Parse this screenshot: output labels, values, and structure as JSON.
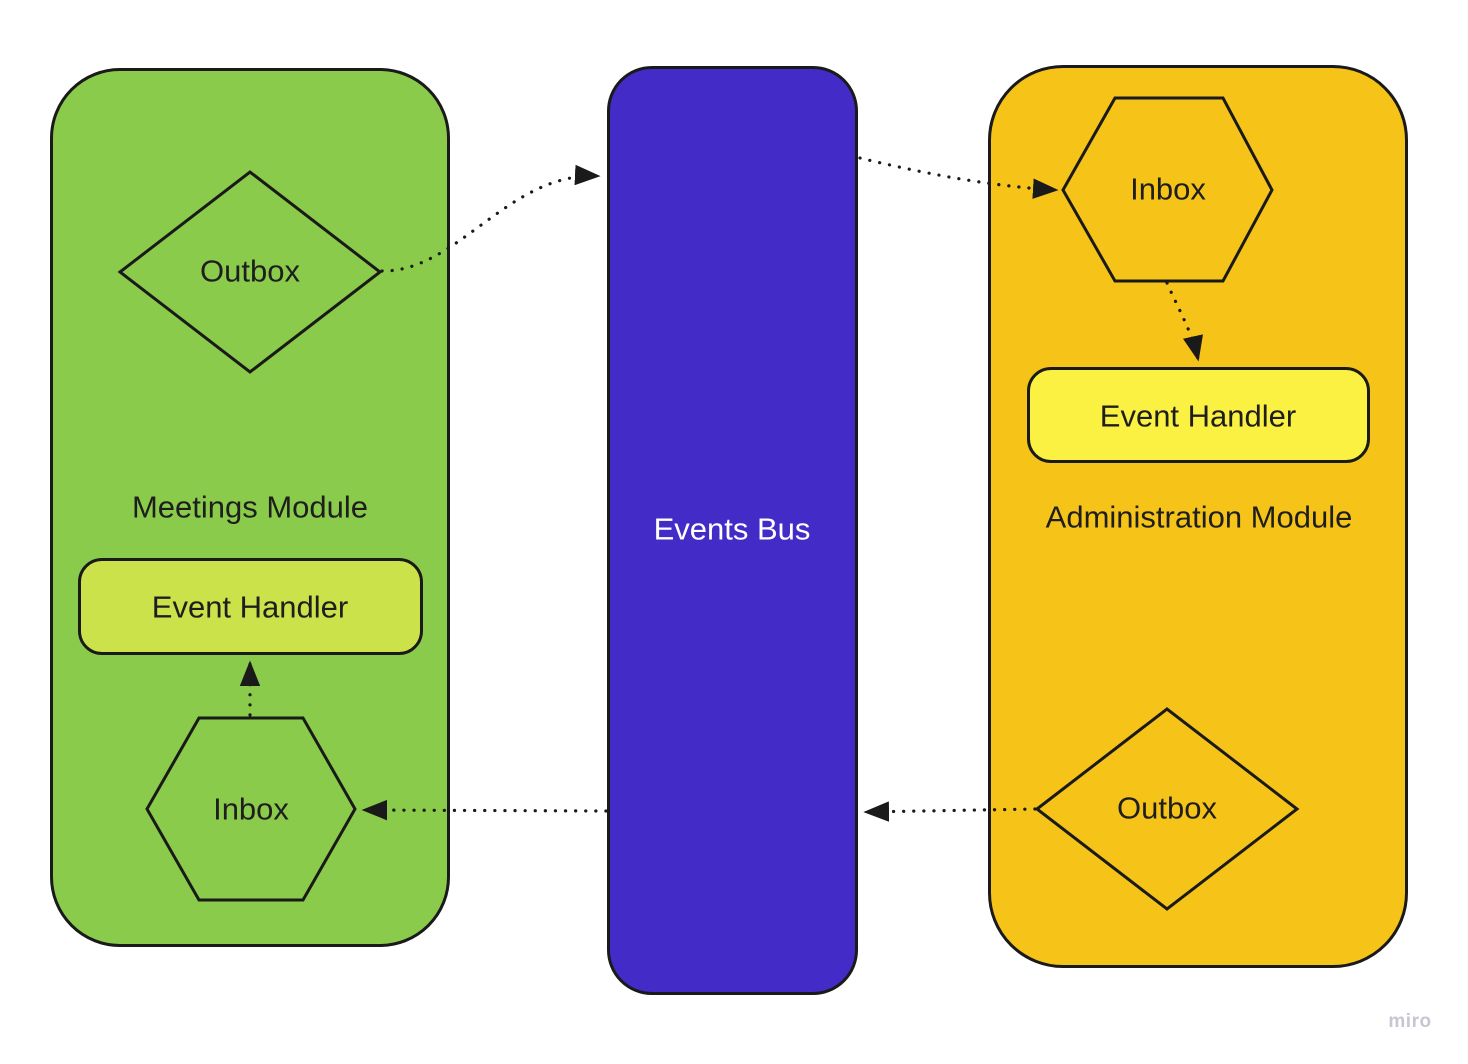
{
  "watermark": "miro",
  "palette": {
    "meetings_module_green": "#8BCB4B",
    "meetings_handler_yellow_green": "#CBE24A",
    "events_bus_blue": "#432BC8",
    "administration_module_amber": "#F6C319",
    "administration_handler_yellow": "#FAF142",
    "outline_black": "#1A1A1A",
    "bus_text_white": "#FFFFFF",
    "watermark_gray": "#C7C7D4"
  },
  "modules": {
    "meetings": {
      "title": "Meetings Module",
      "outbox": "Outbox",
      "inbox": "Inbox",
      "event_handler": "Event Handler"
    },
    "events_bus": {
      "title": "Events Bus"
    },
    "administration": {
      "title": "Administration Module",
      "inbox": "Inbox",
      "outbox": "Outbox",
      "event_handler": "Event Handler"
    }
  },
  "connections": [
    {
      "from": "meetings.outbox",
      "to": "events-bus",
      "style": "dotted",
      "arrow": "into-bus-left-top"
    },
    {
      "from": "events-bus",
      "to": "administration.inbox",
      "style": "dotted",
      "arrow": "into-admin-inbox"
    },
    {
      "from": "administration.inbox",
      "to": "administration.event-handler",
      "style": "dotted",
      "arrow": "down"
    },
    {
      "from": "administration.outbox",
      "to": "events-bus",
      "style": "dotted",
      "arrow": "into-bus-right-bottom"
    },
    {
      "from": "events-bus",
      "to": "meetings.inbox",
      "style": "dotted",
      "arrow": "into-meetings-inbox"
    },
    {
      "from": "meetings.inbox",
      "to": "meetings.event-handler",
      "style": "dotted",
      "arrow": "up"
    }
  ]
}
